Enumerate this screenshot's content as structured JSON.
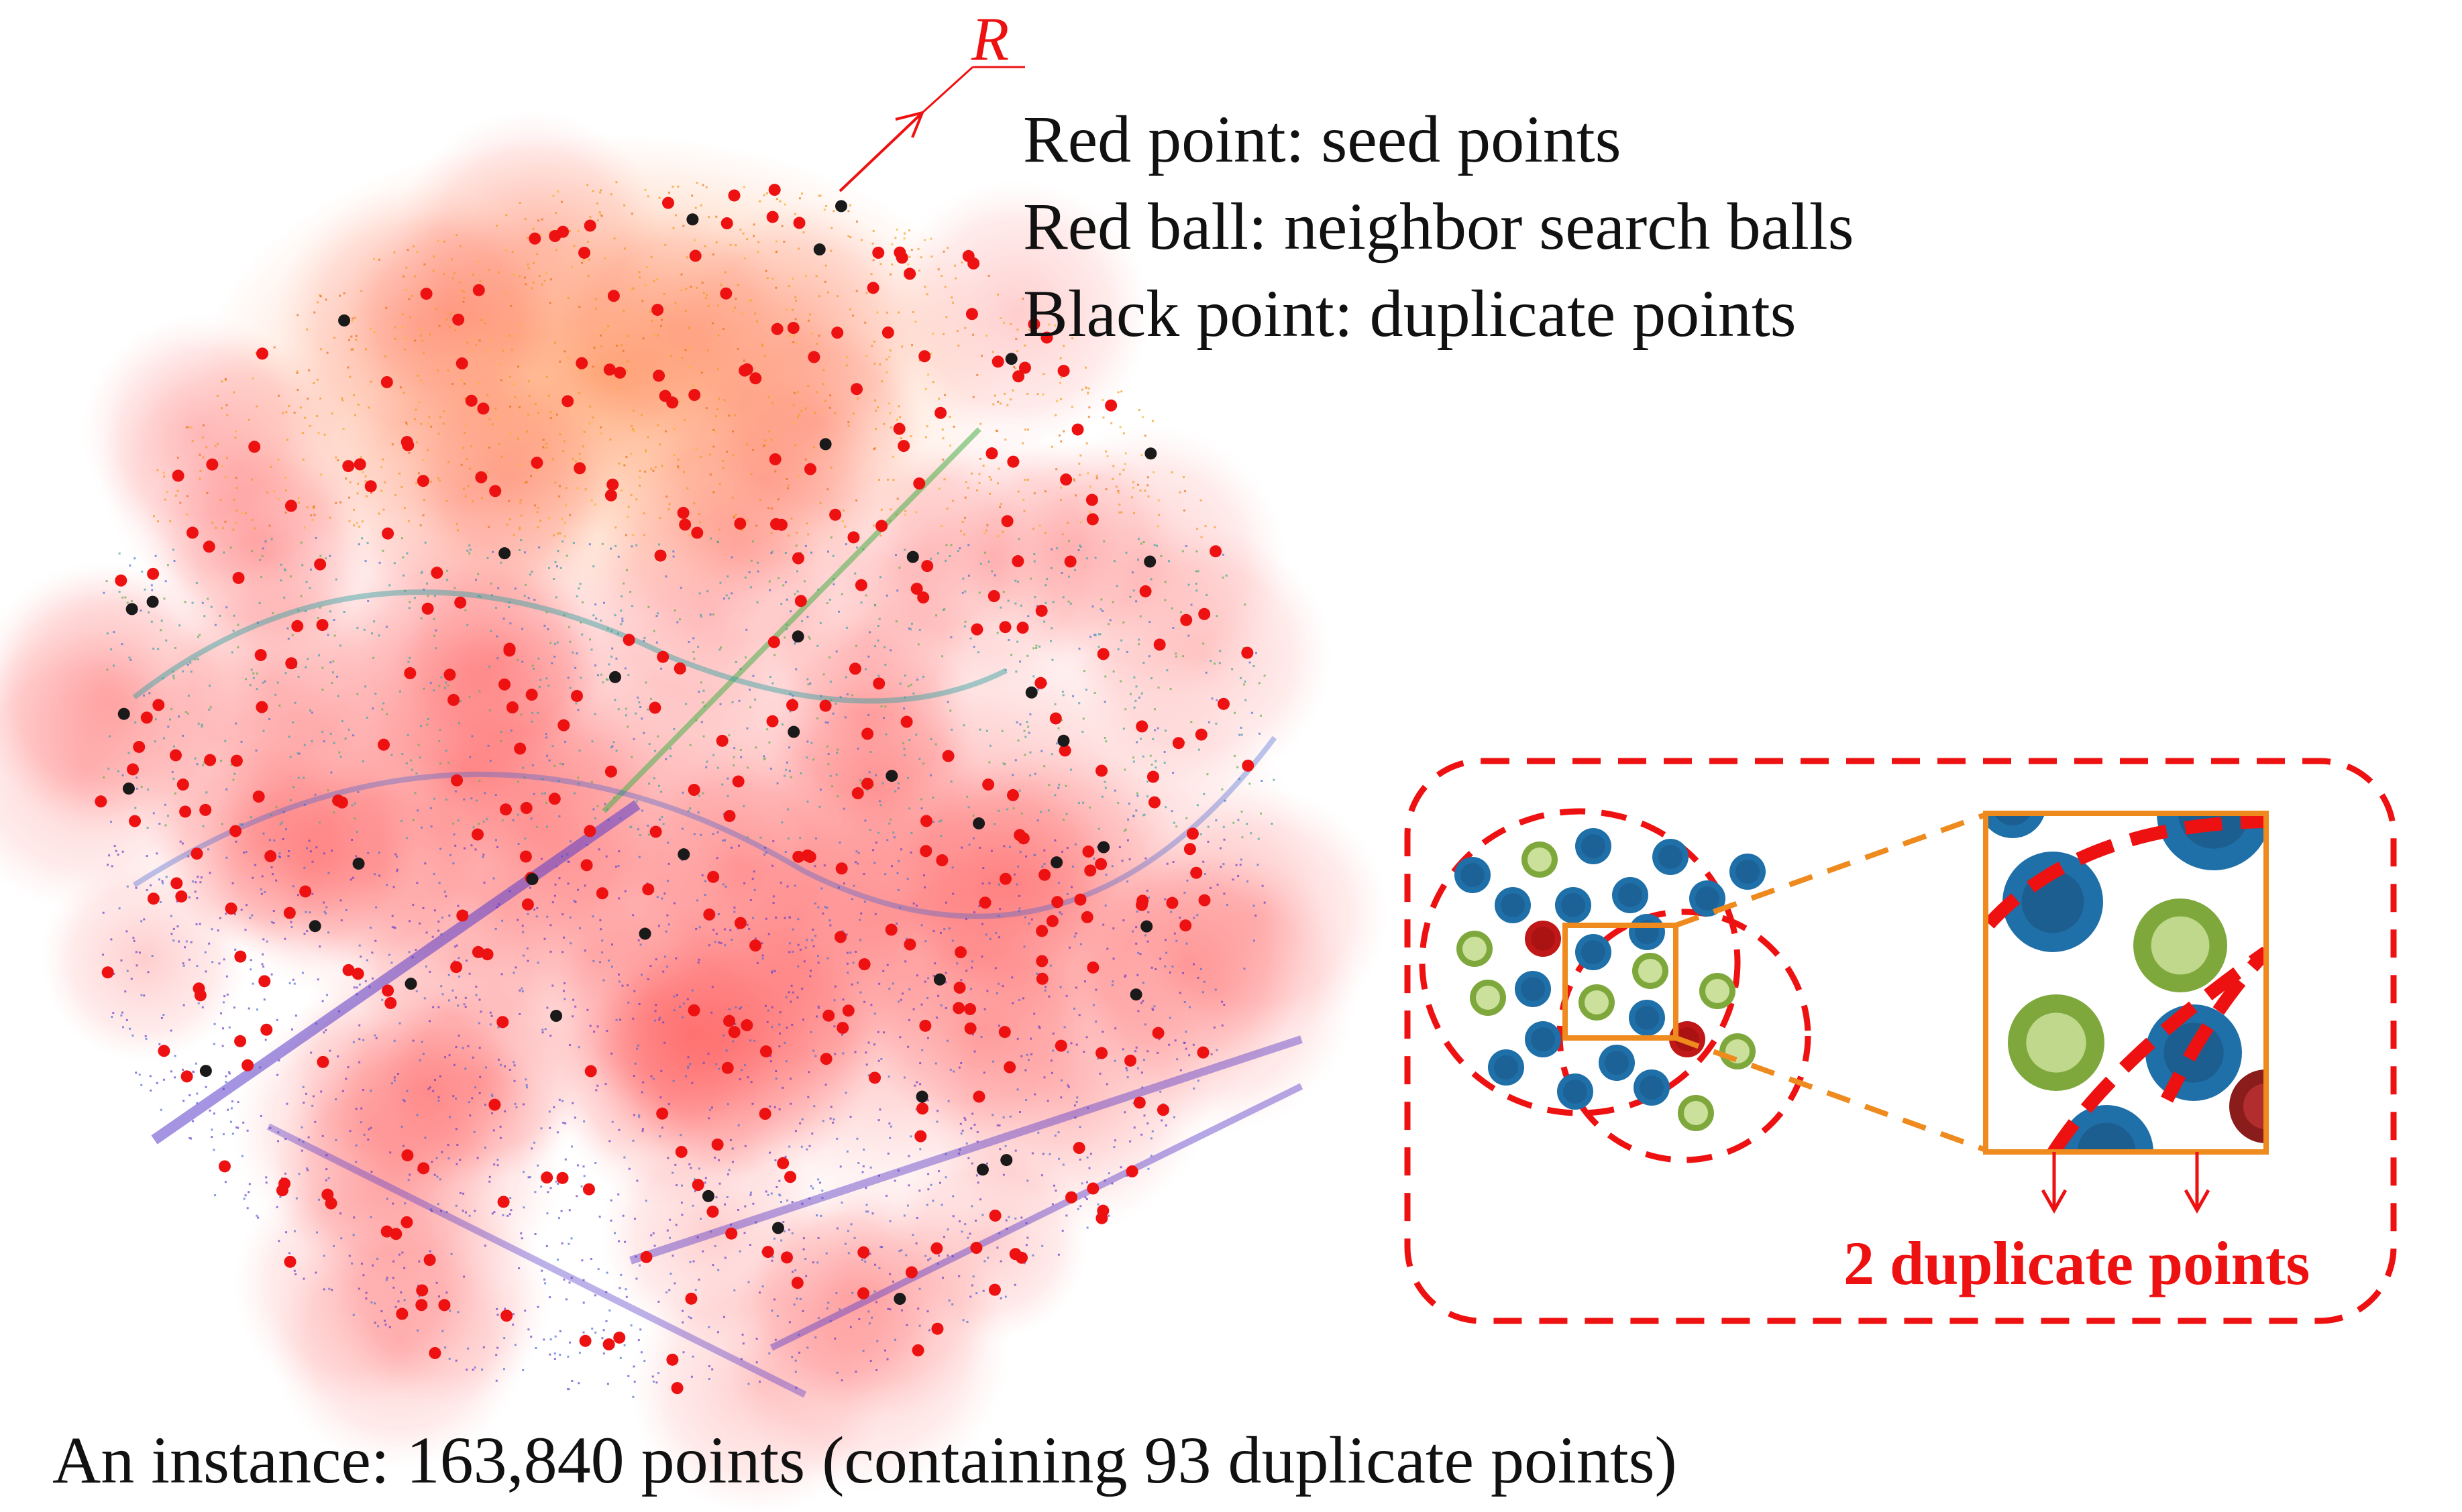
{
  "legend": {
    "seed": "Red point: seed points",
    "ball": "Red ball: neighbor search balls",
    "duplicate": "Black point: duplicate points"
  },
  "radius_label": "R",
  "caption": "An instance: 163,840 points (containing 93 duplicate points)",
  "inset": {
    "duplicate_label": "2 duplicate points"
  },
  "colors": {
    "seed": "#ee1111",
    "ball": "#ff8a8a",
    "duplicate": "#1a1a1a",
    "blue_point": "#1f6fa8",
    "green_point": "#7ea83c",
    "zoom_frame": "#ee8a1e",
    "dashed_border": "#ee1111"
  }
}
